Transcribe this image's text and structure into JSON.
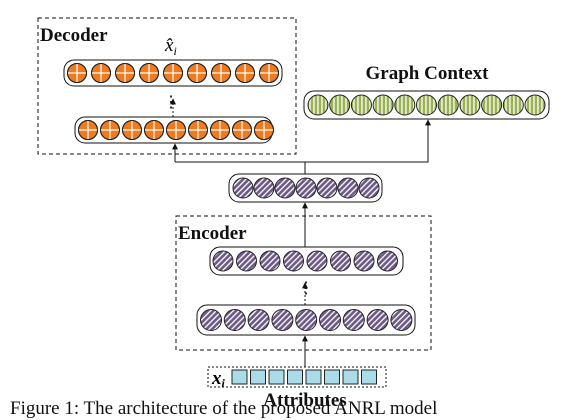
{
  "diagram": {
    "decoder": {
      "label": "Decoder",
      "output_symbol": "x̂",
      "output_subscript": "i",
      "nodes_per_layer": 9
    },
    "graph_context": {
      "label": "Graph Context",
      "nodes": 11
    },
    "embedding": {
      "nodes": 7
    },
    "encoder": {
      "label": "Encoder",
      "nodes_top_layer": 8,
      "nodes_bottom_layer": 9
    },
    "attributes": {
      "label": "Attributes",
      "input_symbol": "x",
      "input_subscript": "i",
      "cells": 8
    },
    "ellipsis": "⋮",
    "caption": "Figure 1: The architecture of the proposed ANRL model"
  },
  "colors": {
    "decoder_node": "#f07b1f",
    "graph_node": "#9bb254",
    "embedding_node": "#6d5a86",
    "attribute_cell": "#a9dbe8",
    "line": "#111111"
  }
}
